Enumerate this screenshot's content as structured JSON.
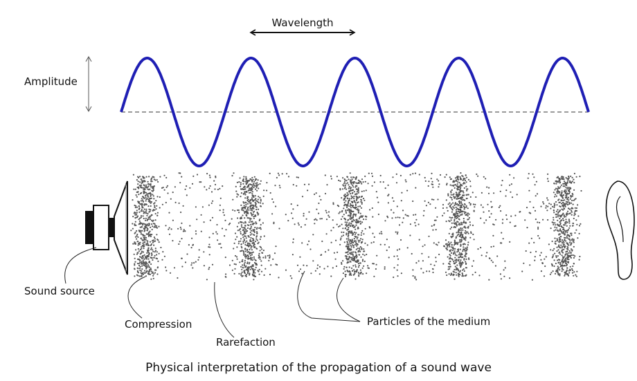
{
  "labels": {
    "wavelength": "Wavelength",
    "amplitude": "Amplitude",
    "sound_source": "Sound source",
    "compression": "Compression",
    "rarefaction": "Rarefaction",
    "particles": "Particles of the medium"
  },
  "caption": "Physical interpretation of the propagation of a sound wave",
  "colors": {
    "wave": "#1f1fb4",
    "particles": "#555555",
    "ink": "#111111"
  },
  "wave": {
    "cycles": 4.5
  }
}
